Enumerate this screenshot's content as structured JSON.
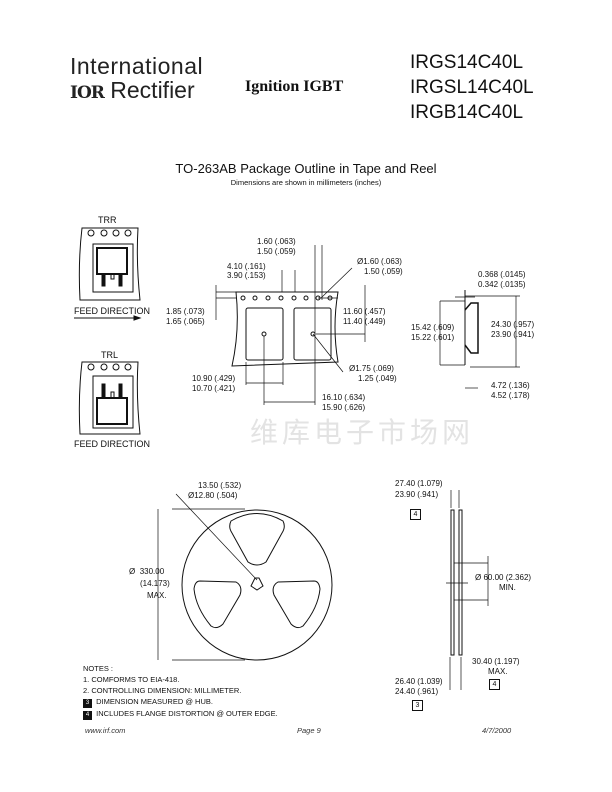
{
  "header": {
    "company_line1": "International",
    "company_logo": "IOR",
    "company_line2": "Rectifier",
    "product_type": "Ignition IGBT",
    "part_numbers": [
      "IRGS14C40L",
      "IRGSL14C40L",
      "IRGB14C40L"
    ]
  },
  "title": "TO-263AB  Package Outline in Tape and Reel",
  "subtitle": "Dimensions are shown in millimeters (inches)",
  "tape": {
    "trr_label": "TRR",
    "trl_label": "TRL",
    "feed_direction": "FEED DIRECTION",
    "dims": {
      "pitch_a1": "1.60 (.063)",
      "pitch_a2": "1.50 (.059)",
      "hole_pitch1": "4.10 (.161)",
      "hole_pitch2": "3.90 (.153)",
      "hole_dia1": "1.60 (.063)",
      "hole_dia2": "1.50 (.059)",
      "edge1": "1.85 (.073)",
      "edge2": "1.65 (.065)",
      "center1": "11.60 (.457)",
      "center2": "11.40 (.449)",
      "pocket1": "10.90 (.429)",
      "pocket2": "10.70 (.421)",
      "pocket_hole1": "1.75 (.069)",
      "pocket_hole2": "1.25 (.049)",
      "pocket_pitch1": "16.10 (.634)",
      "pocket_pitch2": "15.90 (.626)",
      "thick1": "0.368 (.0145)",
      "thick2": "0.342 (.0135)",
      "depth1": "15.42 (.609)",
      "depth2": "15.22 (.601)",
      "width1": "24.30 (.957)",
      "width2": "23.90 (.941)",
      "k1": "4.72 (.136)",
      "k2": "4.52 (.178)"
    }
  },
  "reel": {
    "hub1": "13.50 (.532)",
    "hub2": "12.80 (.504)",
    "dia": "330.00",
    "dia_in": "(14.173)",
    "dia_max": "MAX.",
    "flange1": "27.40 (1.079)",
    "flange2": "23.90 (.941)",
    "core": "60.00 (2.362)",
    "core_min": "MIN.",
    "outer1": "30.40 (1.197)",
    "outer_max": "MAX.",
    "inner1": "26.40 (1.039)",
    "inner2": "24.40 (.961)",
    "note_ref4": "4",
    "note_ref3": "3",
    "dia_symbol": "Ø"
  },
  "notes": {
    "heading": "NOTES :",
    "items": [
      "1.   COMFORMS TO EIA-418.",
      "2.   CONTROLLING DIMENSION: MILLIMETER.",
      "DIMENSION MEASURED @ HUB.",
      "INCLUDES FLANGE DISTORTION @ OUTER EDGE."
    ],
    "markers": [
      "3",
      "4"
    ]
  },
  "footer": {
    "website": "www.irf.com",
    "page": "Page 9",
    "date": "4/7/2000"
  },
  "watermark": "维库电子市场网"
}
